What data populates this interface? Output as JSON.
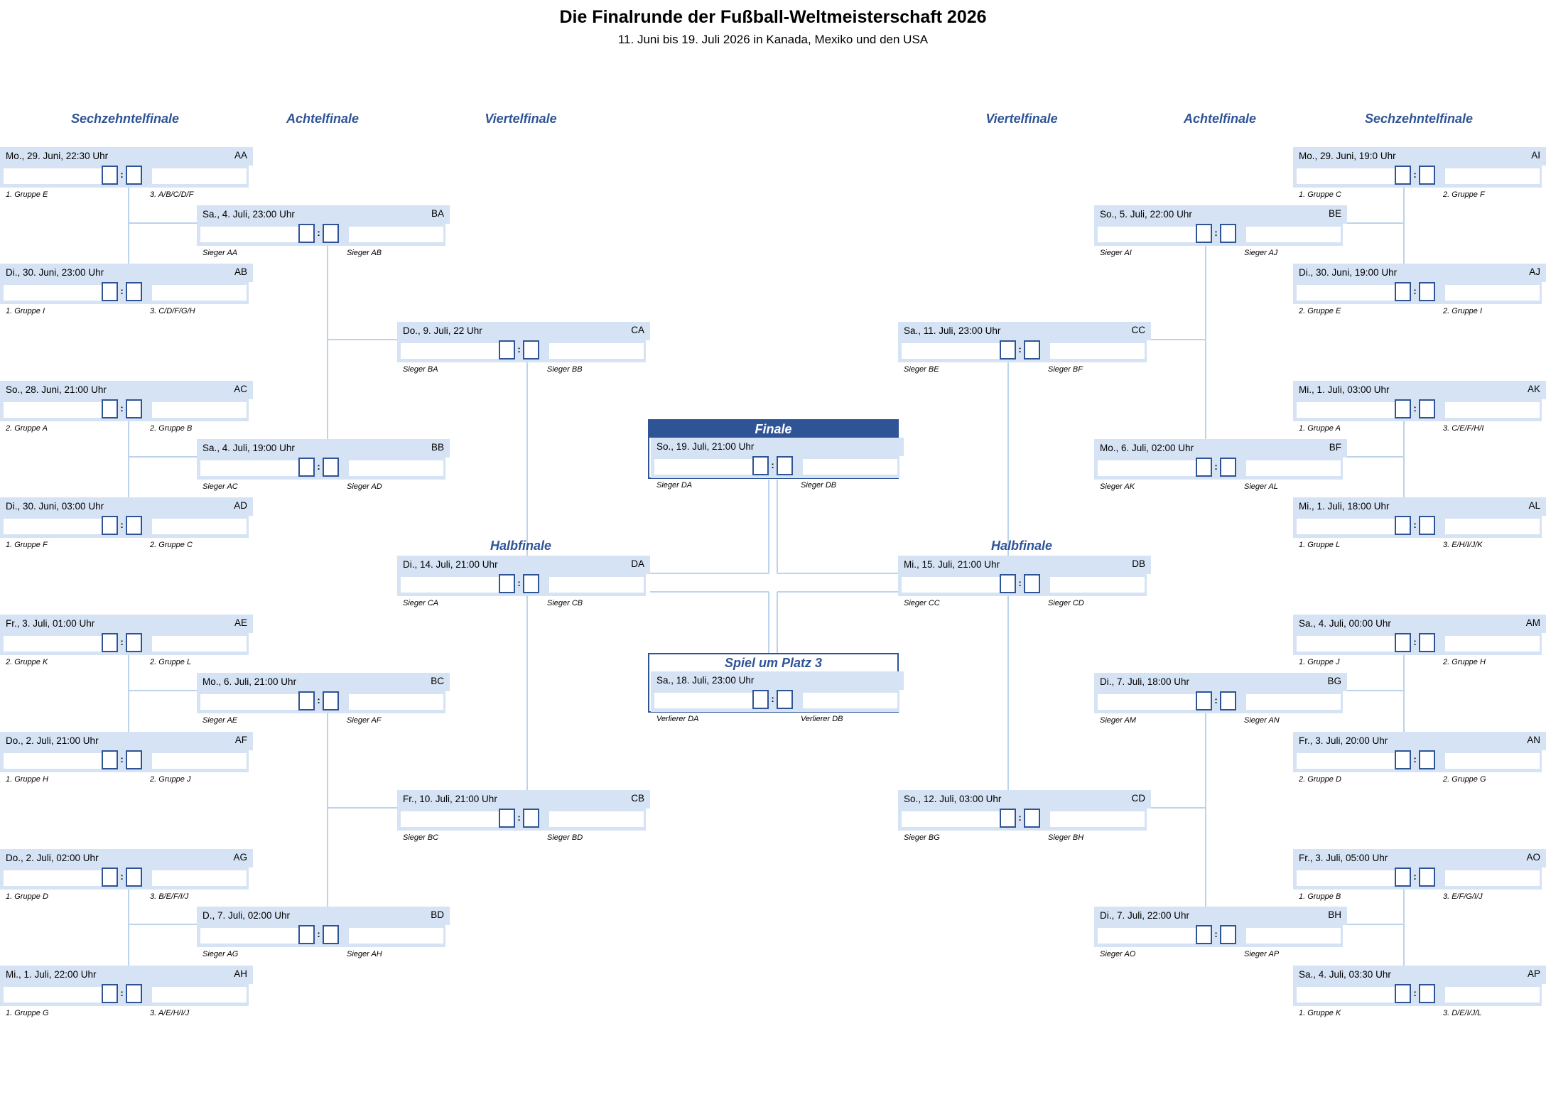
{
  "title": "Die Finalrunde der Fußball-Weltmeisterschaft 2026",
  "subtitle": "11. Juni bis 19. Juli 2026 in Kanada, Mexiko und den USA",
  "rounds": {
    "r32": "Sechzehntelfinale",
    "r16": "Achtelfinale",
    "qf": "Viertelfinale",
    "sf": "Halbfinale",
    "final": "Finale",
    "third": "Spiel um Platz 3"
  },
  "score_separator": ":",
  "matches": {
    "AA": {
      "code": "AA",
      "date": "Mo., 29. Juni, 22:30 Uhr",
      "home": "1. Gruppe E",
      "away": "3. A/B/C/D/F"
    },
    "AB": {
      "code": "AB",
      "date": "Di., 30. Juni, 23:00 Uhr",
      "home": "1. Gruppe I",
      "away": "3. C/D/F/G/H"
    },
    "AC": {
      "code": "AC",
      "date": "So., 28. Juni, 21:00 Uhr",
      "home": "2. Gruppe A",
      "away": "2. Gruppe B"
    },
    "AD": {
      "code": "AD",
      "date": "Di., 30. Juni, 03:00 Uhr",
      "home": "1. Gruppe F",
      "away": "2. Gruppe C"
    },
    "AE": {
      "code": "AE",
      "date": "Fr., 3. Juli, 01:00 Uhr",
      "home": "2. Gruppe K",
      "away": "2. Gruppe L"
    },
    "AF": {
      "code": "AF",
      "date": "Do., 2. Juli, 21:00 Uhr",
      "home": "1. Gruppe H",
      "away": "2. Gruppe J"
    },
    "AG": {
      "code": "AG",
      "date": "Do., 2. Juli, 02:00 Uhr",
      "home": "1. Gruppe D",
      "away": "3. B/E/F/I/J"
    },
    "AH": {
      "code": "AH",
      "date": "Mi., 1. Juli, 22:00 Uhr",
      "home": "1. Gruppe G",
      "away": "3. A/E/H/I/J"
    },
    "AI": {
      "code": "AI",
      "date": "Mo., 29. Juni, 19:0 Uhr",
      "home": "1. Gruppe C",
      "away": "2. Gruppe F"
    },
    "AJ": {
      "code": "AJ",
      "date": "Di., 30. Juni, 19:00 Uhr",
      "home": "2. Gruppe E",
      "away": "2. Gruppe I"
    },
    "AK": {
      "code": "AK",
      "date": "Mi., 1. Juli, 03:00 Uhr",
      "home": "1. Gruppe A",
      "away": "3. C/E/F/H/I"
    },
    "AL": {
      "code": "AL",
      "date": "Mi., 1. Juli, 18:00 Uhr",
      "home": "1. Gruppe L",
      "away": "3. E/H/I/J/K"
    },
    "AM": {
      "code": "AM",
      "date": "Sa., 4. Juli, 00:00 Uhr",
      "home": "1. Gruppe J",
      "away": "2. Gruppe H"
    },
    "AN": {
      "code": "AN",
      "date": "Fr., 3. Juli, 20:00 Uhr",
      "home": "2. Gruppe D",
      "away": "2. Gruppe G"
    },
    "AO": {
      "code": "AO",
      "date": "Fr., 3. Juli, 05:00 Uhr",
      "home": "1. Gruppe B",
      "away": "3. E/F/G/I/J"
    },
    "AP": {
      "code": "AP",
      "date": "Sa., 4. Juli, 03:30 Uhr",
      "home": "1. Gruppe K",
      "away": "3. D/E/I/J/L"
    },
    "BA": {
      "code": "BA",
      "date": "Sa., 4. Juli, 23:00 Uhr",
      "home": "Sieger AA",
      "away": "Sieger AB"
    },
    "BB": {
      "code": "BB",
      "date": "Sa., 4. Juli, 19:00 Uhr",
      "home": "Sieger AC",
      "away": "Sieger AD"
    },
    "BC": {
      "code": "BC",
      "date": "Mo., 6. Juli, 21:00 Uhr",
      "home": "Sieger AE",
      "away": "Sieger AF"
    },
    "BD": {
      "code": "BD",
      "date": "D., 7. Juli, 02:00 Uhr",
      "home": "Sieger AG",
      "away": "Sieger AH"
    },
    "BE": {
      "code": "BE",
      "date": "So., 5. Juli, 22:00 Uhr",
      "home": "Sieger AI",
      "away": "Sieger AJ"
    },
    "BF": {
      "code": "BF",
      "date": "Mo., 6. Juli, 02:00 Uhr",
      "home": "Sieger AK",
      "away": "Sieger AL"
    },
    "BG": {
      "code": "BG",
      "date": "Di., 7. Juli, 18:00 Uhr",
      "home": "Sieger AM",
      "away": "Sieger AN"
    },
    "BH": {
      "code": "BH",
      "date": "Di., 7. Juli, 22:00 Uhr",
      "home": "Sieger AO",
      "away": "Sieger AP"
    },
    "CA": {
      "code": "CA",
      "date": "Do., 9. Juli, 22 Uhr",
      "home": "Sieger BA",
      "away": "Sieger BB"
    },
    "CB": {
      "code": "CB",
      "date": "Fr., 10. Juli, 21:00 Uhr",
      "home": "Sieger BC",
      "away": "Sieger BD"
    },
    "CC": {
      "code": "CC",
      "date": "Sa., 11. Juli, 23:00 Uhr",
      "home": "Sieger BE",
      "away": "Sieger BF"
    },
    "CD": {
      "code": "CD",
      "date": "So., 12. Juli, 03:00 Uhr",
      "home": "Sieger BG",
      "away": "Sieger BH"
    },
    "DA": {
      "code": "DA",
      "date": "Di., 14. Juli, 21:00 Uhr",
      "home": "Sieger CA",
      "away": "Sieger CB"
    },
    "DB": {
      "code": "DB",
      "date": "Mi., 15. Juli, 21:00 Uhr",
      "home": "Sieger CC",
      "away": "Sieger CD"
    },
    "FIN": {
      "date": "So., 19. Juli, 21:00 Uhr",
      "home": "Sieger DA",
      "away": "Sieger DB"
    },
    "P3": {
      "date": "Sa., 18. Juli, 23:00 Uhr",
      "home": "Verlierer DA",
      "away": "Verlierer DB"
    }
  },
  "colors": {
    "accent": "#2f5496",
    "box": "#d6e3f4",
    "line": "#bcd3ec"
  }
}
